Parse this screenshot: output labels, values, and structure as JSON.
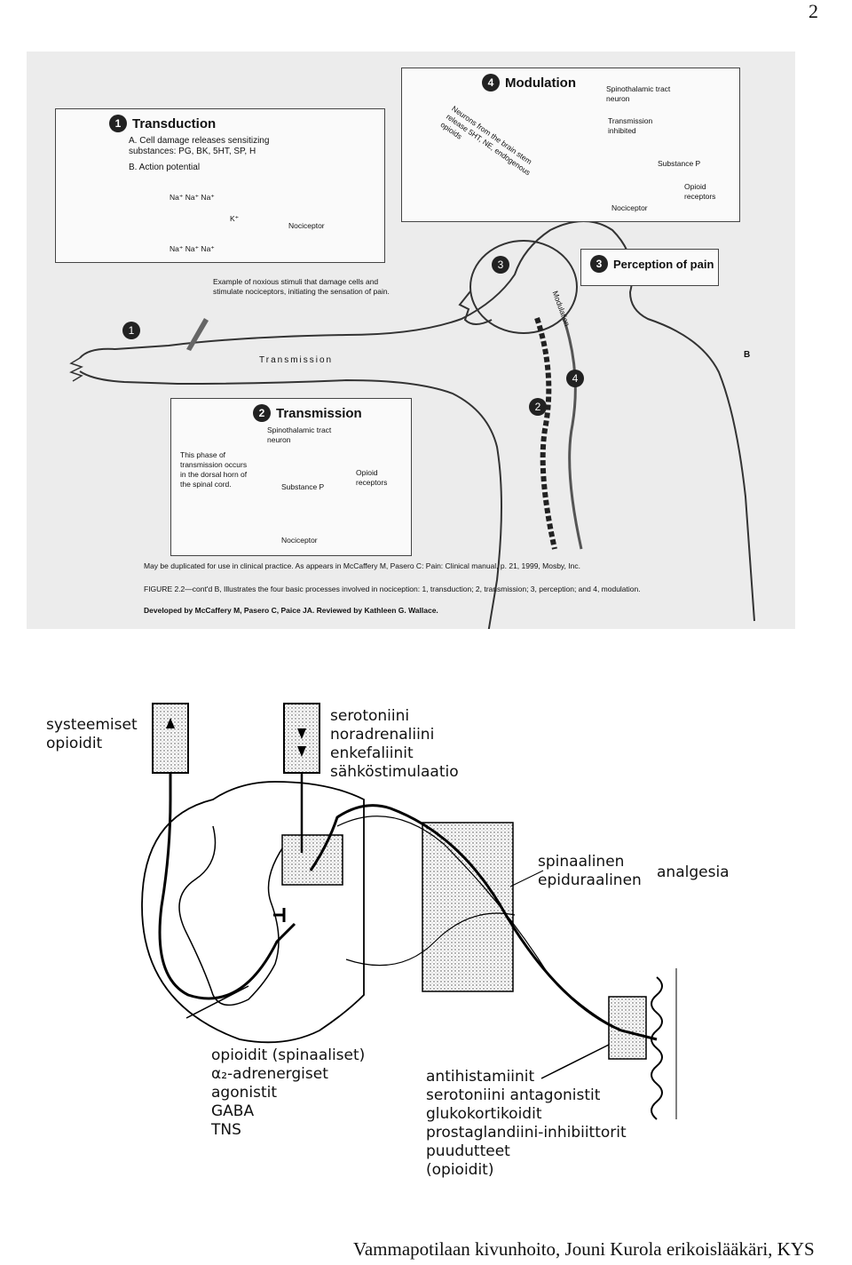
{
  "page": {
    "number": "2"
  },
  "scan": {
    "transduction": {
      "step": "1",
      "title": "Transduction",
      "line_a": "A. Cell damage releases sensitizing substances: PG, BK, 5HT, SP, H",
      "line_b": "B. Action potential",
      "ions_top": "Na⁺ Na⁺ Na⁺",
      "ions_bottom": "Na⁺ Na⁺ Na⁺",
      "k_label": "K⁺",
      "nociceptor": "Nociceptor"
    },
    "modulation": {
      "step": "4",
      "title": "Modulation",
      "neurons_note": "Neurons from the brain stem release 5HT, NE, endogenous opioids",
      "spinothalamic": "Spinothalamic tract neuron",
      "inhibited": "Transmission inhibited",
      "substance_p": "Substance P",
      "opioid_receptors": "Opioid receptors",
      "nociceptor": "Nociceptor"
    },
    "perception": {
      "step": "3",
      "title": "Perception of pain"
    },
    "noxious_note": "Example of noxious stimuli that damage cells and stimulate nociceptors, initiating the sensation of pain.",
    "marker_1": "1",
    "marker_2": "2",
    "marker_3": "3",
    "marker_4": "4",
    "transmission_arm": "Transmission",
    "modulation_spine": "Modulation",
    "side_letter": "B",
    "transmission": {
      "step": "2",
      "title": "Transmission",
      "spinothalamic": "Spinothalamic tract neuron",
      "phase_note": "This phase of transmission occurs in the dorsal horn of the spinal cord.",
      "substance_p": "Substance P",
      "opioid_receptors": "Opioid receptors",
      "nociceptor": "Nociceptor"
    },
    "credit_line": "May be duplicated for use in clinical practice. As appears in McCaffery M, Pasero C: Pain: Clinical manual, p. 21, 1999, Mosby, Inc.",
    "figure_caption": "FIGURE 2.2—cont'd B, Illustrates the four basic processes involved in nociception: 1, transduction; 2, transmission; 3, perception; and 4, modulation.",
    "developed_by": "Developed by McCaffery M, Pasero C, Paice JA. Reviewed by Kathleen G. Wallace."
  },
  "diagram": {
    "systemic_opioids": [
      "systeemiset",
      "opioidit"
    ],
    "descending": [
      "serotoniini",
      "noradrenaliini",
      "enkefaliinit",
      "sähköstimulaatio"
    ],
    "spinal_epidural": [
      "spinaalinen",
      "epiduraalinen"
    ],
    "analgesia": "analgesia",
    "spinal_drugs": [
      "opioidit (spinaaliset)",
      "α₂-adrenergiset",
      "agonistit",
      "GABA",
      "TNS"
    ],
    "peripheral_drugs": [
      "antihistamiinit",
      "serotoniini antagonistit",
      "glukokortikoidit",
      "prostaglandiini-inhibiittorit",
      "puudutteet",
      "(opioidit)"
    ]
  },
  "footer": "Vammapotilaan kivunhoito, Jouni Kurola erikoislääkäri, KYS"
}
